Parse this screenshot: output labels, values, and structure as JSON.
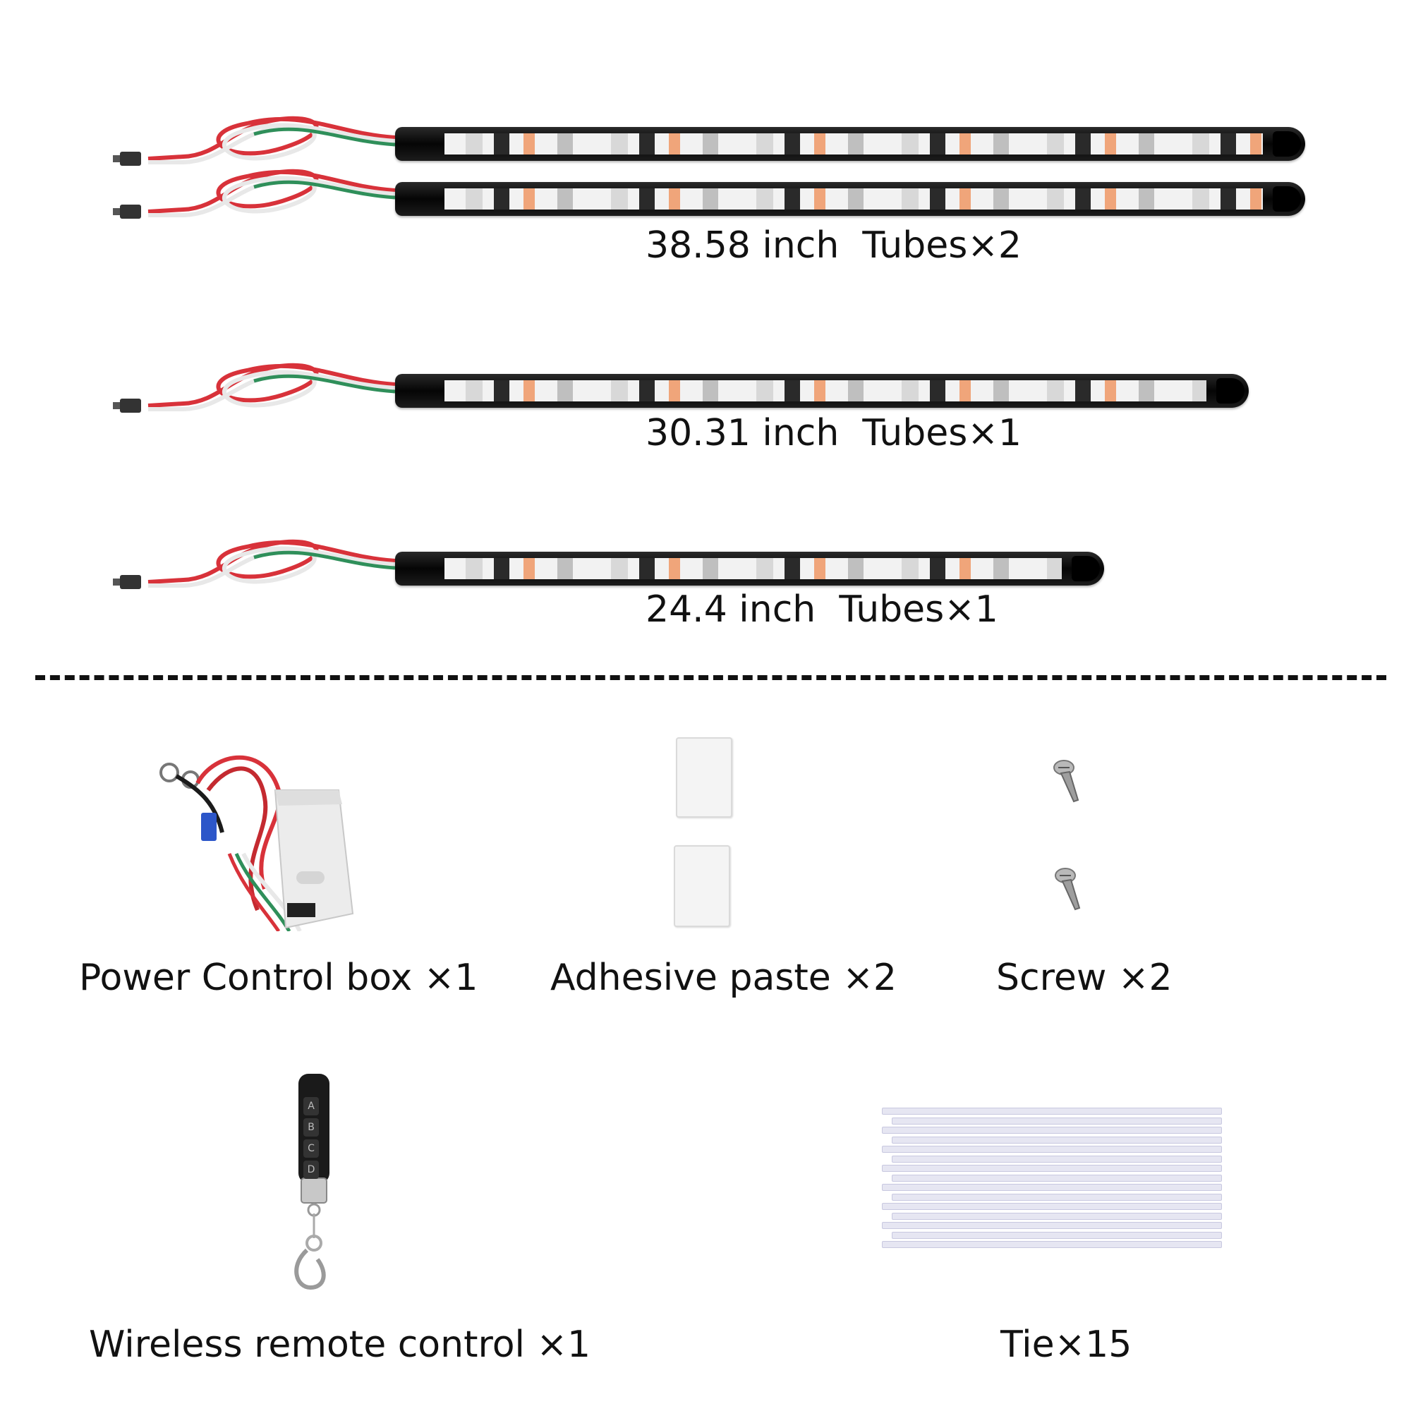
{
  "tubes": [
    {
      "label": "38.58 inch  Tubes×2"
    },
    {
      "label": "30.31 inch  Tubes×1"
    },
    {
      "label": "24.4 inch  Tubes×1"
    }
  ],
  "accessories": {
    "power_box": {
      "label": "Power Control box ×1"
    },
    "adhesive": {
      "label": "Adhesive paste ×2"
    },
    "screw": {
      "label": "Screw ×2"
    },
    "remote": {
      "label": "Wireless remote control ×1",
      "buttons": [
        "A",
        "B",
        "C",
        "D"
      ]
    },
    "tie": {
      "label": "Tie×15"
    }
  },
  "colors": {
    "wire_red": "#d8323a",
    "wire_white": "#e8e8e8",
    "wire_green": "#2f8f5a",
    "tube_body": "#0d0d0d",
    "tie_tint": "#c8c8e0"
  },
  "icons": [
    "led-tube",
    "connector-plug",
    "control-box",
    "adhesive-pad",
    "screw-icon",
    "remote-fob",
    "cable-tie"
  ]
}
